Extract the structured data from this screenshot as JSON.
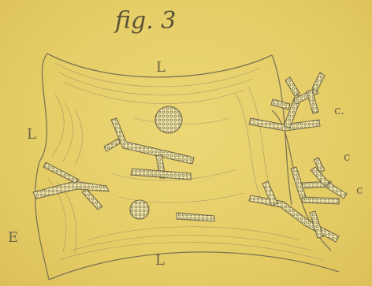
{
  "figure": {
    "title": "fig. 3",
    "labels": {
      "top": "L",
      "left": "L",
      "bottom": "L",
      "lower_left": "E",
      "right_1": "c.",
      "right_2": "c",
      "right_3": "c"
    }
  },
  "colors": {
    "paper": "#e6cf6a",
    "ink": "#6e6646",
    "cell": "#f1e6a8"
  }
}
